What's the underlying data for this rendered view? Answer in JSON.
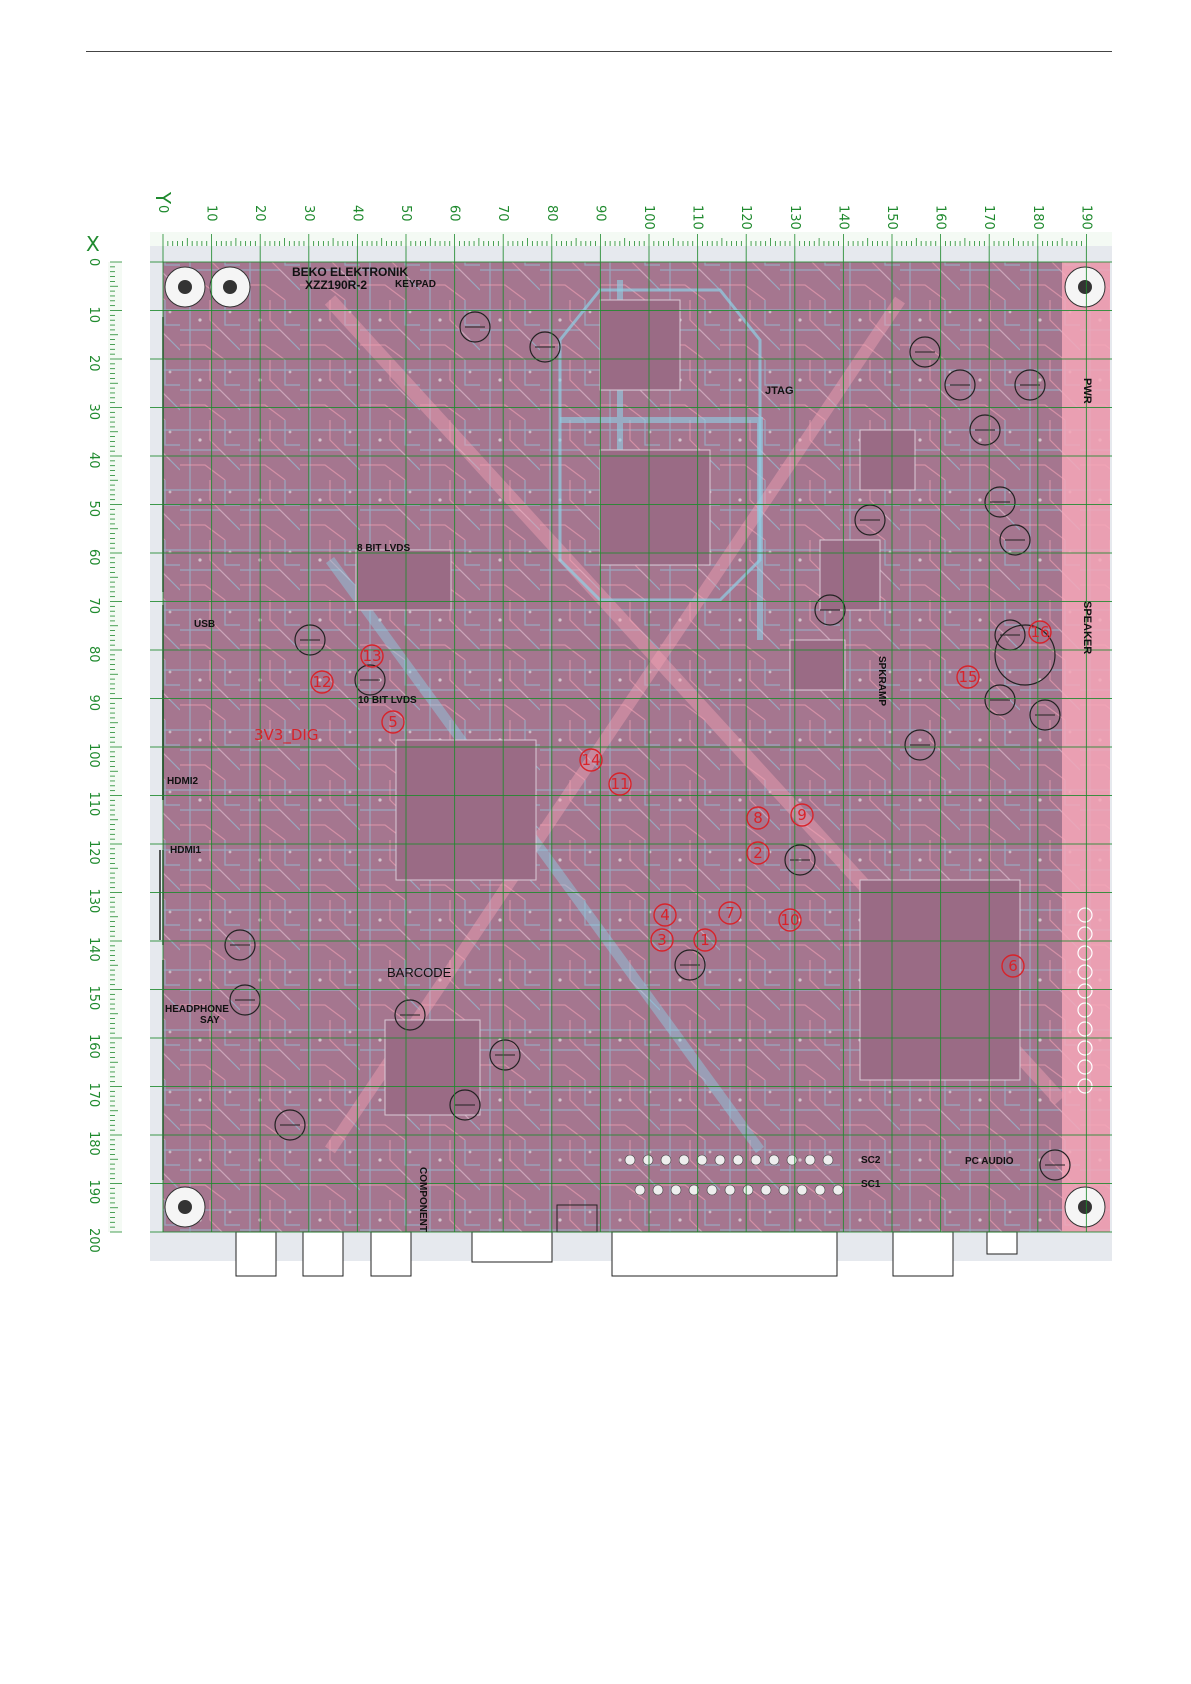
{
  "document": {
    "axes": {
      "x_letter": "X",
      "y_letter": "Y"
    },
    "y_ticks": [
      "0",
      "10",
      "20",
      "30",
      "40",
      "50",
      "60",
      "70",
      "80",
      "90",
      "100",
      "110",
      "120",
      "130",
      "140",
      "150",
      "160",
      "170",
      "180",
      "190"
    ],
    "x_ticks": [
      "0",
      "10",
      "20",
      "30",
      "40",
      "50",
      "60",
      "70",
      "80",
      "90",
      "100",
      "110",
      "120",
      "130",
      "140",
      "150",
      "160",
      "170",
      "180",
      "190",
      "200"
    ],
    "board": {
      "maker_label": "BEKO ELEKTRONIK",
      "model_label": "XZZ190R-2",
      "colors": {
        "board": "#a5768f",
        "trace_blue": "#8fd0e6",
        "trace_pink": "#f2a2b4",
        "edge_pink": "#f6a7b8",
        "grid": "#1f8a2e"
      },
      "labels": [
        {
          "id": "keypad",
          "text": "KEYPAD"
        },
        {
          "id": "jtag",
          "text": "JTAG"
        },
        {
          "id": "pwr",
          "text": "PWR"
        },
        {
          "id": "lvds8",
          "text": "8 BIT LVDS"
        },
        {
          "id": "lvds10",
          "text": "10 BIT LVDS"
        },
        {
          "id": "usb",
          "text": "USB"
        },
        {
          "id": "hdmi2",
          "text": "HDMI2"
        },
        {
          "id": "hdmi1",
          "text": "HDMI1"
        },
        {
          "id": "headphone",
          "text": "HEADPHONE"
        },
        {
          "id": "say",
          "text": "SAY"
        },
        {
          "id": "barcode",
          "text": "BARCODE"
        },
        {
          "id": "component",
          "text": "COMPONENT"
        },
        {
          "id": "speaker",
          "text": "SPEAKER"
        },
        {
          "id": "spkramp",
          "text": "SPKRAMP"
        },
        {
          "id": "sc2",
          "text": "SC2"
        },
        {
          "id": "sc1",
          "text": "SC1"
        },
        {
          "id": "pcaudio",
          "text": "PC AUDIO"
        },
        {
          "id": "v3dig",
          "text": "3V3_DIG"
        }
      ],
      "markers": [
        "1",
        "2",
        "3",
        "4",
        "5",
        "6",
        "7",
        "8",
        "9",
        "10",
        "11",
        "12",
        "13",
        "14",
        "15",
        "16"
      ]
    }
  }
}
